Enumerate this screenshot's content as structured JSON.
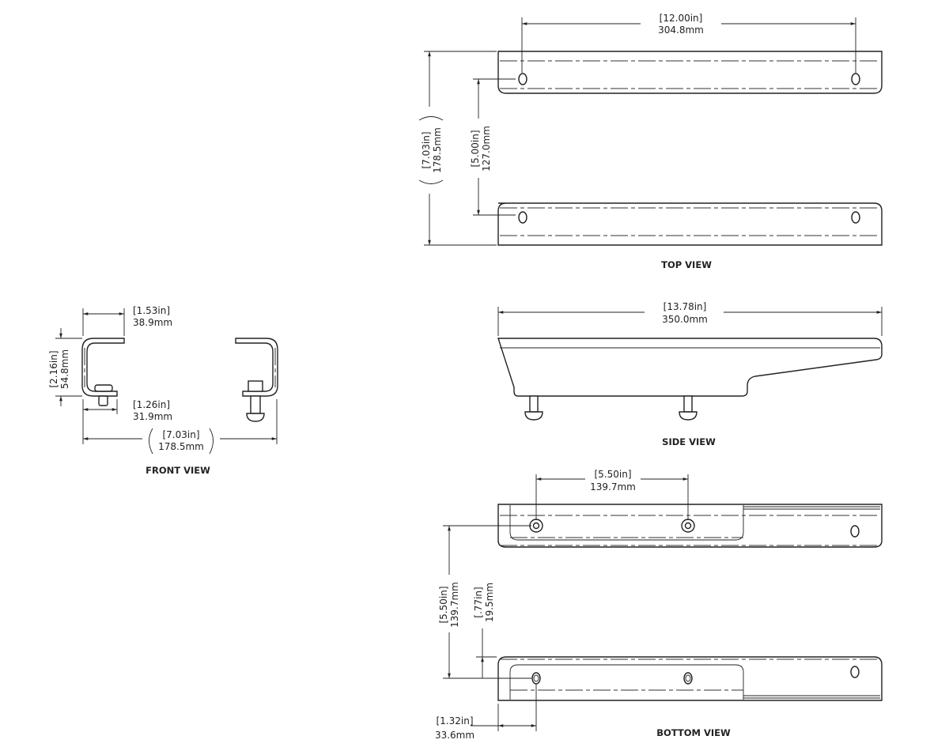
{
  "front_view": {
    "title": "FRONT VIEW",
    "dim_width_flange": {
      "in": "[1.53in]",
      "mm": "38.9mm"
    },
    "dim_height": {
      "in": "[2.16in]",
      "mm": "54.8mm"
    },
    "dim_bolt_offset": {
      "in": "[1.26in]",
      "mm": "31.9mm"
    },
    "dim_overall": {
      "in": "[7.03in]",
      "mm": "178.5mm"
    }
  },
  "top_view": {
    "title": "TOP VIEW",
    "dim_slot_spacing": {
      "in": "[12.00in]",
      "mm": "304.8mm"
    },
    "dim_overall": {
      "in": "[7.03in]",
      "mm": "178.5mm"
    },
    "dim_slot_rows": {
      "in": "[5.00in]",
      "mm": "127.0mm"
    }
  },
  "side_view": {
    "title": "SIDE VIEW",
    "dim_length": {
      "in": "[13.78in]",
      "mm": "350.0mm"
    }
  },
  "bottom_view": {
    "title": "BOTTOM VIEW",
    "dim_bolt_spacing": {
      "in": "[5.50in]",
      "mm": "139.7mm"
    },
    "dim_rows": {
      "in": "[5.50in]",
      "mm": "139.7mm"
    },
    "dim_edge": {
      "in": "[.77in]",
      "mm": "19.5mm"
    },
    "dim_end": {
      "in": "[1.32in]",
      "mm": "33.6mm"
    }
  }
}
